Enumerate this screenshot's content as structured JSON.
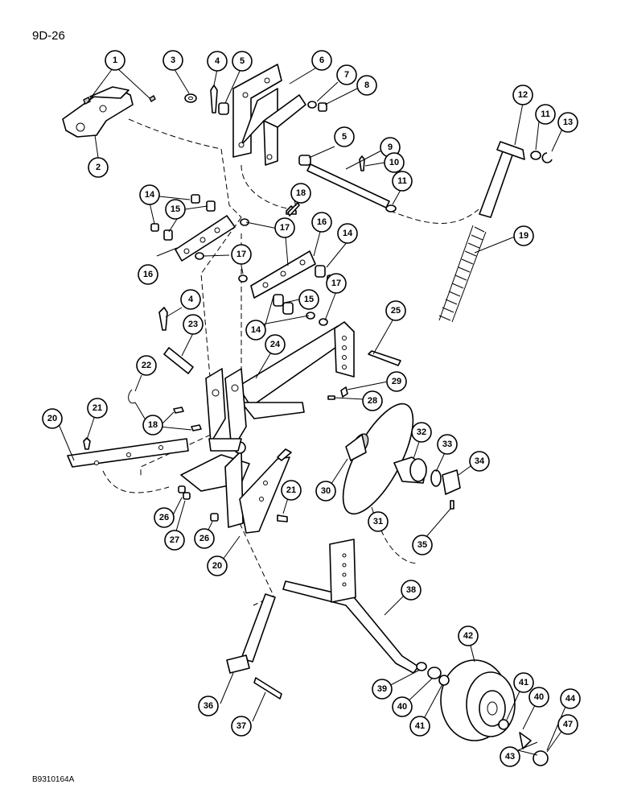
{
  "page_label": "9D-26",
  "drawing_code": "B9310164A",
  "callouts": [
    "1",
    "2",
    "3",
    "4",
    "5",
    "6",
    "7",
    "8",
    "5",
    "9",
    "10",
    "11",
    "12",
    "11",
    "13",
    "14",
    "15",
    "18",
    "17",
    "16",
    "16",
    "17",
    "14",
    "4",
    "23",
    "15",
    "14",
    "17",
    "19",
    "25",
    "24",
    "22",
    "29",
    "28",
    "21",
    "20",
    "18",
    "32",
    "33",
    "34",
    "30",
    "31",
    "21",
    "26",
    "27",
    "26",
    "20",
    "35",
    "38",
    "42",
    "41",
    "40",
    "44",
    "39",
    "40",
    "41",
    "47",
    "43",
    "36",
    "37"
  ]
}
